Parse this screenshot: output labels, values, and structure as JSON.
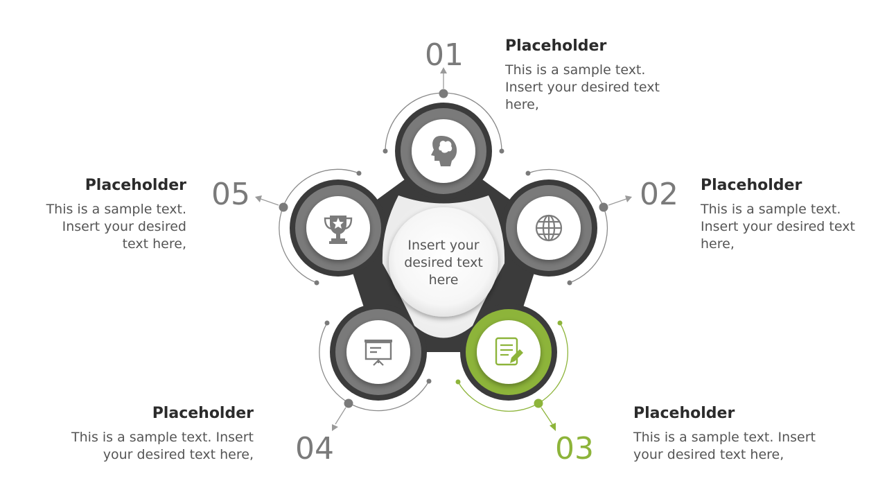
{
  "center": {
    "text": "Insert your desired text here"
  },
  "colors": {
    "frame": "#3b3b3b",
    "ring_gray": "#7a7a7a",
    "ring_green": "#8db43a",
    "icon_gray": "#7b7b7b",
    "icon_green": "#8db43a",
    "text_dark": "#2b2b2b",
    "text_body": "#555555"
  },
  "items": [
    {
      "number": "01",
      "icon": "brain-head-icon",
      "title": "Placeholder",
      "lines": [
        "This is a sample text.",
        "Insert your desired text",
        "here,"
      ]
    },
    {
      "number": "02",
      "icon": "globe-icon",
      "title": "Placeholder",
      "lines": [
        "This is a sample text.",
        "Insert your desired text",
        "here,"
      ]
    },
    {
      "number": "03",
      "icon": "document-edit-icon",
      "title": "Placeholder",
      "lines": [
        "This is a sample text. Insert",
        "your desired text here,"
      ],
      "highlight": true
    },
    {
      "number": "04",
      "icon": "presentation-board-icon",
      "title": "Placeholder",
      "lines": [
        "This is a sample text. Insert",
        "your desired text here,"
      ]
    },
    {
      "number": "05",
      "icon": "trophy-icon",
      "title": "Placeholder",
      "lines": [
        "This is a sample text.",
        "Insert your desired",
        "text here,"
      ]
    }
  ]
}
